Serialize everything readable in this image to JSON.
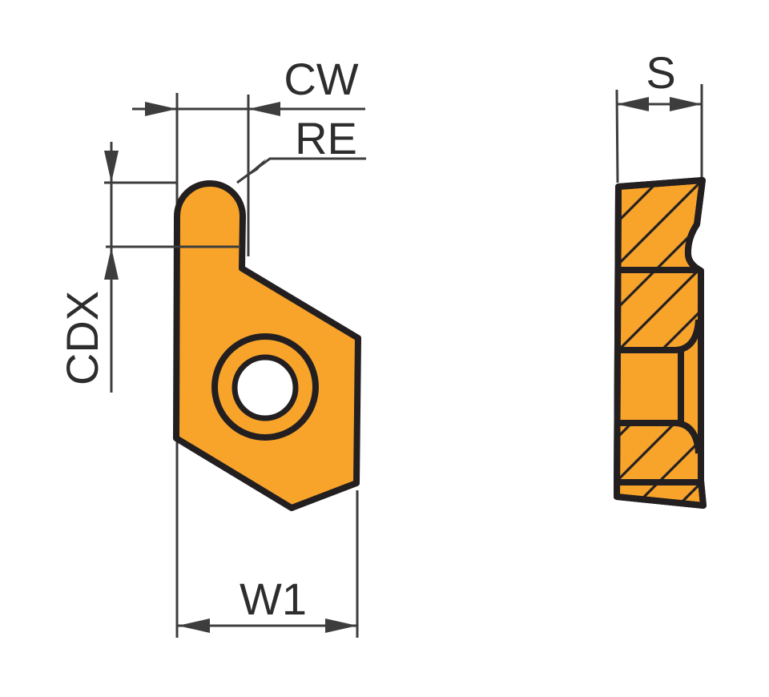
{
  "drawing": {
    "labels": {
      "cw": "CW",
      "re": "RE",
      "cdx": "CDX",
      "w1": "W1",
      "s": "S"
    },
    "colors": {
      "insert_fill": "#F8A42B",
      "outline": "#231F20",
      "dimension": "#3D3D3D",
      "text": "#2D2D2D",
      "background": "#FFFFFF",
      "hole_fill": "#FFFFFF"
    }
  }
}
